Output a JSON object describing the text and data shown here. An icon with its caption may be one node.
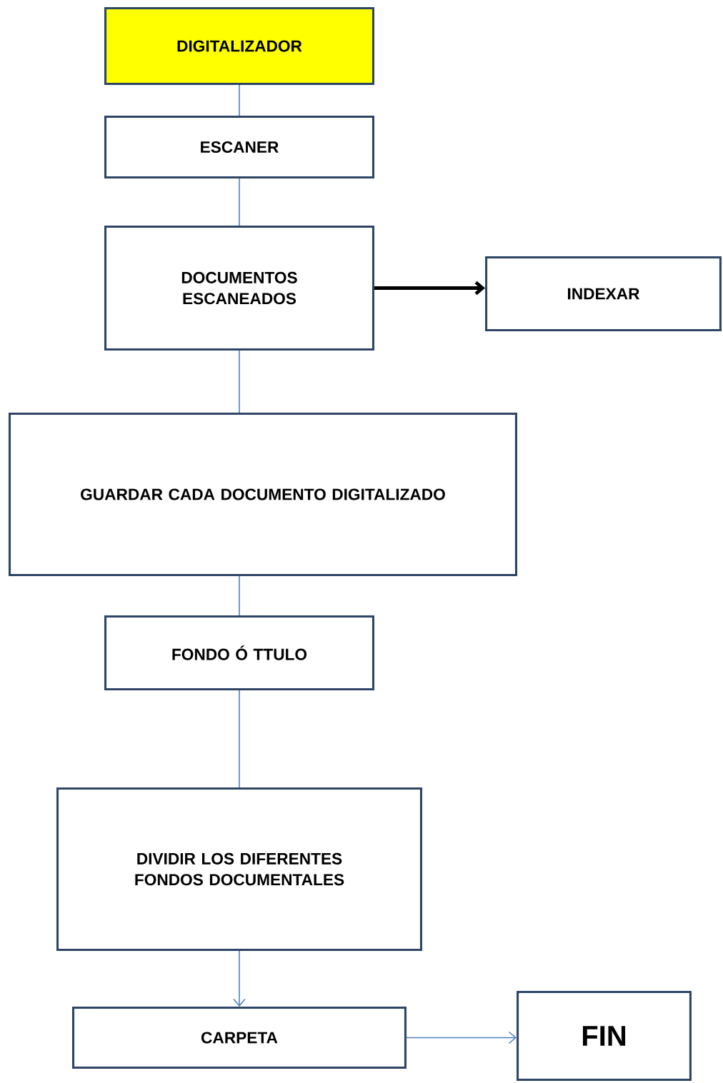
{
  "diagram": {
    "nodes": [
      {
        "text": [
          "DIGITALIZADOR"
        ]
      },
      {
        "text": [
          "ESCANER"
        ]
      },
      {
        "text": [
          "DOCUMENTOS ESCANEADOS"
        ]
      },
      {
        "text": [
          "INDEXAR"
        ]
      },
      {
        "text": [
          "GUARDAR CADA DOCUMENTO DIGITALIZADO"
        ]
      },
      {
        "text": [
          "FONDO Ó TTULO"
        ]
      },
      {
        "text": [
          "DIVIDIR LOS DIFERENTES FONDOS DOCUMENTALES"
        ]
      },
      {
        "text": [
          "CARPETA"
        ]
      },
      {
        "text": [
          "FIN"
        ]
      }
    ],
    "edges": [
      {
        "from": 0,
        "to": 1,
        "arrow": "none"
      },
      {
        "from": 1,
        "to": 2,
        "arrow": "none"
      },
      {
        "from": 2,
        "to": 3,
        "arrow": "to",
        "style": "thick",
        "color": "#000000"
      },
      {
        "from": 2,
        "to": 4,
        "arrow": "none"
      },
      {
        "from": 4,
        "to": 5,
        "arrow": "none"
      },
      {
        "from": 5,
        "to": 6,
        "arrow": "none"
      },
      {
        "from": 6,
        "to": 7,
        "arrow": "to"
      },
      {
        "from": 7,
        "to": 8,
        "arrow": "to"
      }
    ]
  }
}
